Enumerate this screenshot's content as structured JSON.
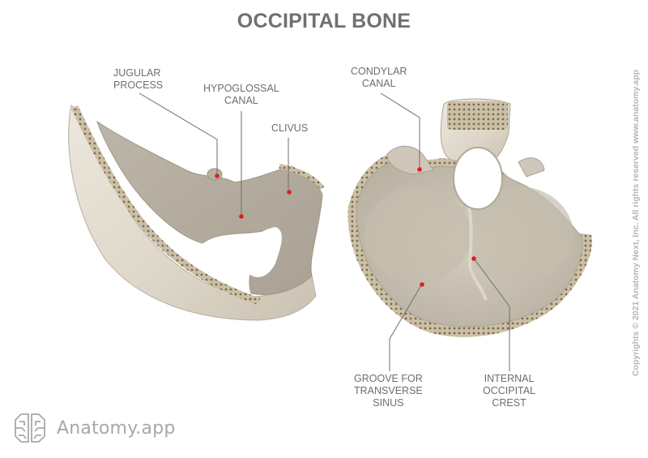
{
  "title": "OCCIPITAL BONE",
  "labels": {
    "jugular_process": [
      "JUGULAR",
      "PROCESS"
    ],
    "hypoglossal_canal": [
      "HYPOGLOSSAL",
      "CANAL"
    ],
    "clivus": [
      "CLIVUS"
    ],
    "condylar_canal": [
      "CONDYLAR",
      "CANAL"
    ],
    "groove_transverse_sinus": [
      "GROOVE FOR",
      "TRANSVERSE",
      "SINUS"
    ],
    "internal_occipital_crest": [
      "INTERNAL",
      "OCCIPITAL",
      "CREST"
    ]
  },
  "views": [
    {
      "name": "lateral-view",
      "description": "Occipital bone, lateral oblique view"
    },
    {
      "name": "superior-view",
      "description": "Occipital bone, internal (superior) view"
    }
  ],
  "marker_color": "#e31b23",
  "leader_color": "#6e6e6e",
  "brand": {
    "name": "Anatomy.app",
    "icon": "brain-icon"
  },
  "copyright": "Copyrights © 2021 Anatomy Next, Inc. All rights reserved www.anatomy.app"
}
